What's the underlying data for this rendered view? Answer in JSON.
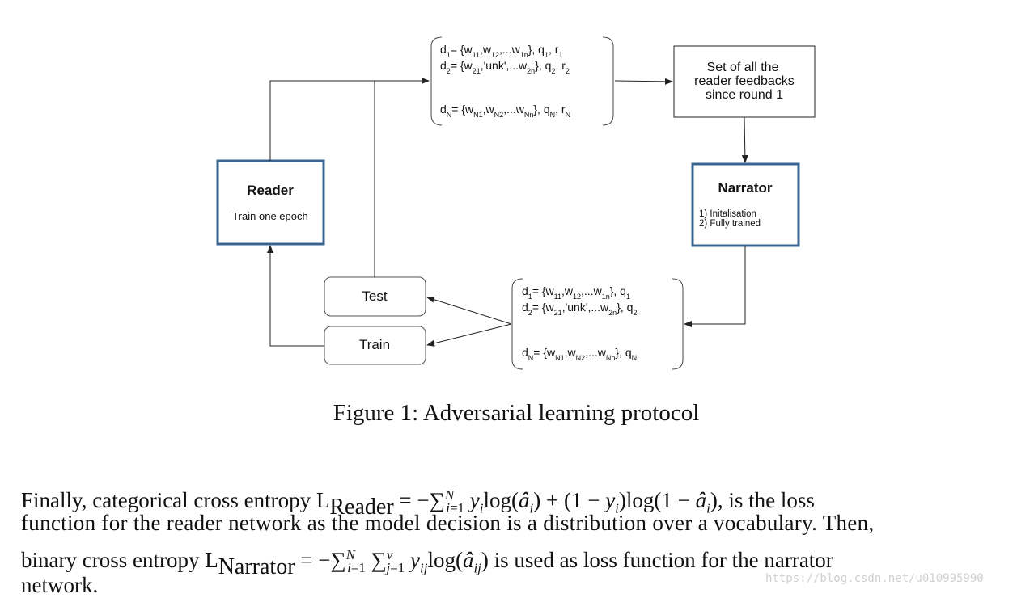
{
  "diagram": {
    "reader": {
      "title": "Reader",
      "subtitle": "Train one epoch"
    },
    "narrator": {
      "title": "Narrator",
      "items": [
        "1) Initalisation",
        "2) Fully trained"
      ]
    },
    "feedback_box": {
      "lines": [
        "Set of all the",
        "reader feedbacks",
        "since round 1"
      ]
    },
    "test_label": "Test",
    "train_label": "Train",
    "top_data": {
      "d1": "d1= {w11,w12,...w1n}, q1, r1",
      "d2": "d2= {w21,'unk',...w2n}, q2, r2",
      "dN": "dN= {wN1,wN2,...wNn}, qN, rN"
    },
    "bottom_data": {
      "d1": "d1= {w11,w12,...w1n}, q1",
      "d2": "d2= {w21,'unk',...w2n}, q2",
      "dN": "dN= {wN1,wN2,...wNn}, qN"
    }
  },
  "caption": "Figure 1: Adversarial learning protocol",
  "paragraph": {
    "line1_pre": "Finally, categorical cross entropy L",
    "line1_sub": "Reader",
    "line1_math": " = −∑",
    "line1_post": ", is the loss",
    "line2": "function for the reader network as the model decision is a distribution over a vocabulary.  Then,",
    "line3_pre": "binary cross entropy L",
    "line3_sub": "Narrator",
    "line3_post": " is used as loss function for the narrator",
    "line4": "network."
  },
  "watermark": "https://blog.csdn.net/u010995990",
  "colors": {
    "box_border_blue": "#3a6591",
    "line": "#333333"
  }
}
